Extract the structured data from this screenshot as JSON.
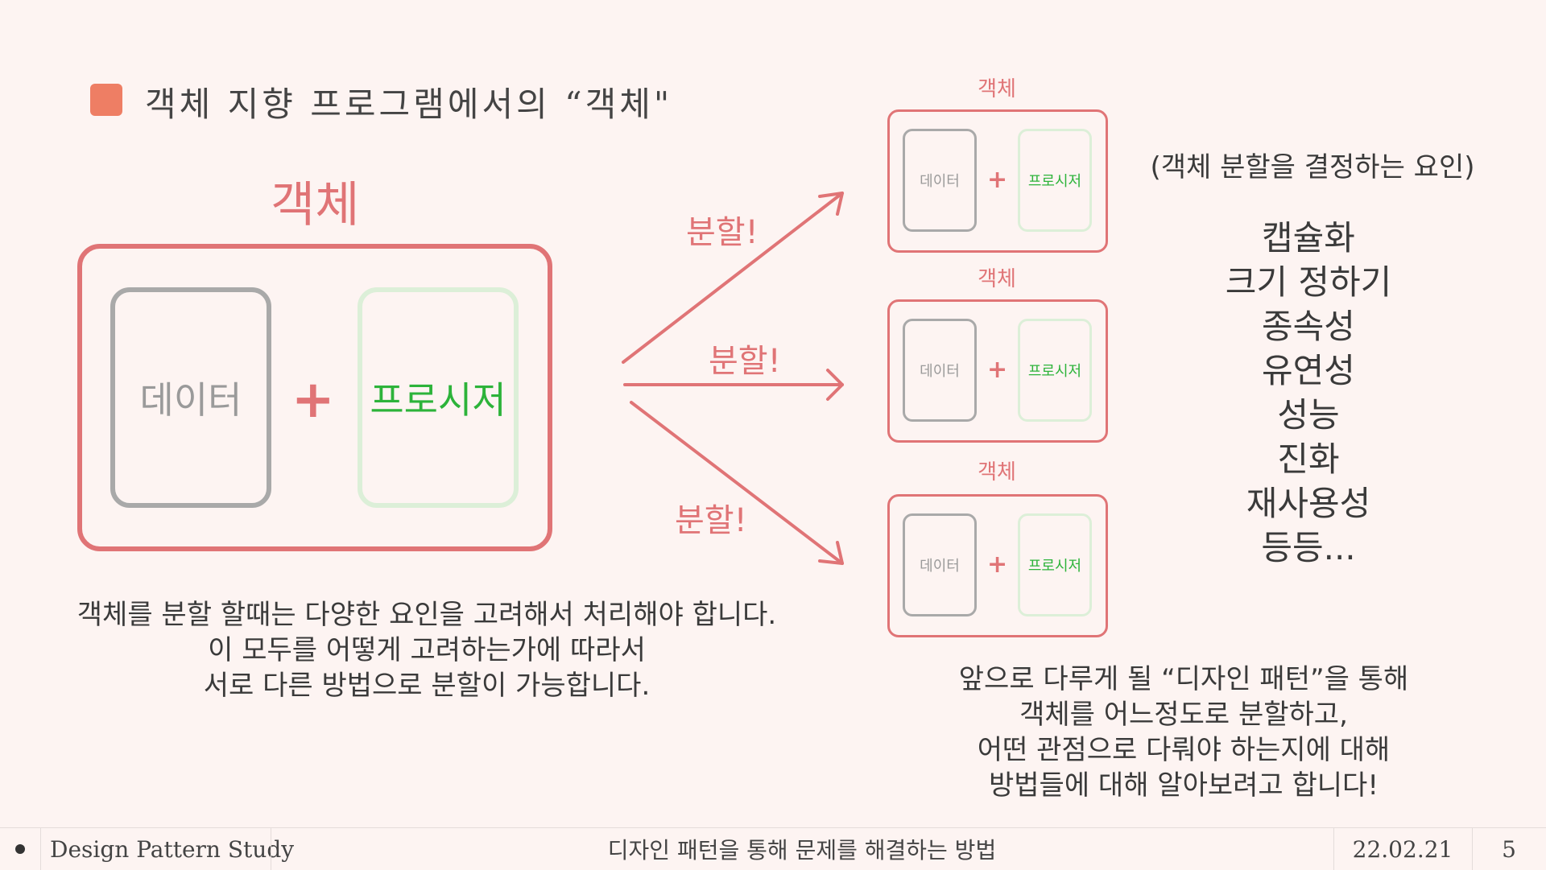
{
  "slide": {
    "title": "객체 지향 프로그램에서의 “객체\"",
    "accent_color": "#ee7e64"
  },
  "left_diagram": {
    "object_label": "객체",
    "data_label": "데이터",
    "plus": "+",
    "procedure_label": "프로시저"
  },
  "splits": {
    "top": "분할!",
    "middle": "분할!",
    "bottom": "분할!"
  },
  "mini_objects": [
    {
      "label": "객체",
      "data": "데이터",
      "plus": "+",
      "procedure": "프로시저"
    },
    {
      "label": "객체",
      "data": "데이터",
      "plus": "+",
      "procedure": "프로시저"
    },
    {
      "label": "객체",
      "data": "데이터",
      "plus": "+",
      "procedure": "프로시저"
    }
  ],
  "factors": {
    "header": "(객체 분할을 결정하는 요인)",
    "items": [
      "캡슐화",
      "크기 정하기",
      "종속성",
      "유연성",
      "성능",
      "진화",
      "재사용성",
      "등등..."
    ]
  },
  "desc_left": [
    "객체를 분할 할때는 다양한 요인을 고려해서 처리해야 합니다.",
    "이 모두를 어떻게 고려하는가에 따라서",
    "서로 다른 방법으로 분할이 가능합니다."
  ],
  "desc_right": [
    "앞으로 다루게 될 “디자인 패턴”을 통해",
    "객체를 어느정도로 분할하고,",
    "어떤 관점으로 다뤄야 하는지에 대해",
    "방법들에 대해 알아보려고 합니다!"
  ],
  "footer": {
    "study_name": "Design Pattern Study",
    "subtitle": "디자인 패턴을 통해 문제를 해결하는 방법",
    "date": "22.02.21",
    "page": "5"
  }
}
